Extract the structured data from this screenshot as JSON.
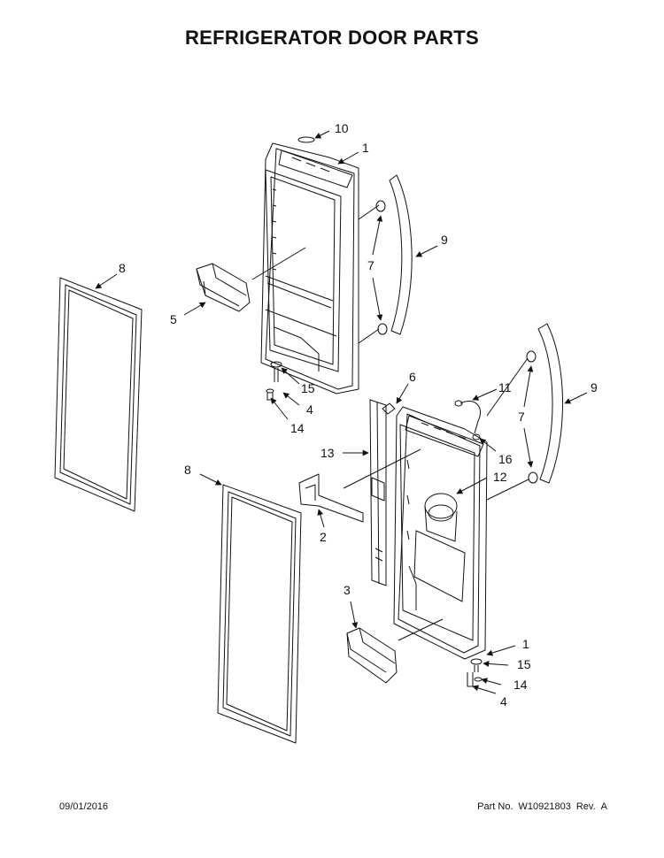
{
  "title": "REFRIGERATOR DOOR PARTS",
  "footer": {
    "date": "09/01/2016",
    "part_no_label": "Part No.",
    "part_no": "W10921803",
    "rev_label": "Rev.",
    "rev": "A"
  },
  "callouts": {
    "c10": "10",
    "c1_top": "1",
    "c9_top": "9",
    "c7_top": "7",
    "c8_left": "8",
    "c5": "5",
    "c15_top": "15",
    "c4_top": "4",
    "c14_top": "14",
    "c6": "6",
    "c11": "11",
    "c9_bottom": "9",
    "c7_bottom": "7",
    "c13": "13",
    "c16": "16",
    "c8_mid": "8",
    "c12": "12",
    "c2": "2",
    "c3": "3",
    "c1_bottom": "1",
    "c15_bottom": "15",
    "c14_bottom": "14",
    "c4_bottom": "4"
  }
}
